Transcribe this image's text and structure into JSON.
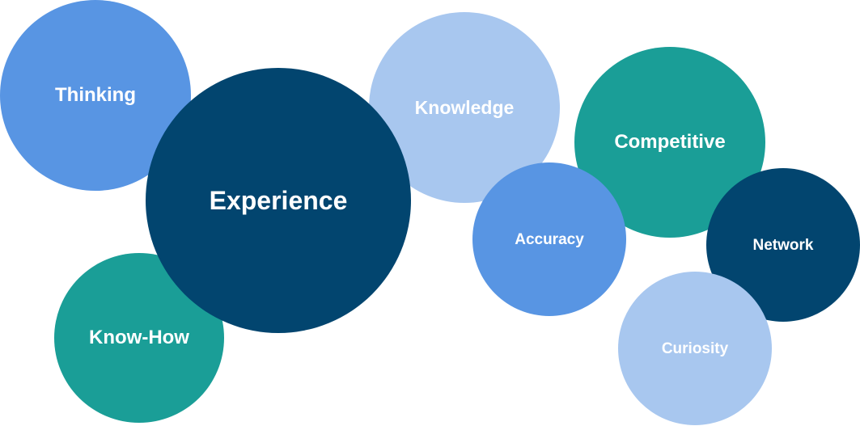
{
  "colors": {
    "mid_blue": "#5895e3",
    "dark_navy": "#02456f",
    "light_blue": "#a8c7ef",
    "teal": "#1a9e97",
    "text": "#ffffff"
  },
  "bubbles": [
    {
      "label": "Thinking",
      "color": "#5895e3"
    },
    {
      "label": "Experience",
      "color": "#02456f"
    },
    {
      "label": "Know-How",
      "color": "#1a9e97"
    },
    {
      "label": "Knowledge",
      "color": "#a8c7ef"
    },
    {
      "label": "Competitive",
      "color": "#1a9e97"
    },
    {
      "label": "Accuracy",
      "color": "#5895e3"
    },
    {
      "label": "Network",
      "color": "#02456f"
    },
    {
      "label": "Curiosity",
      "color": "#a8c7ef"
    }
  ]
}
